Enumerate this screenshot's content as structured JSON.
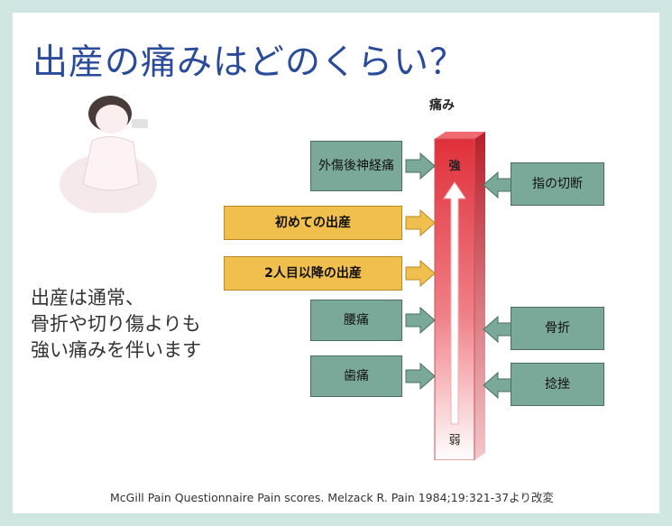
{
  "title": "出産の痛みはどのくらい？",
  "body_lines": [
    "出産は通常、",
    "骨折や切り傷よりも",
    "強い痛みを伴います"
  ],
  "axis_label": "痛み",
  "scale": {
    "top_label": "強",
    "bottom_label": "弱"
  },
  "left_items": [
    {
      "label": "外傷後神経痛",
      "style": "teal"
    },
    {
      "label": "初めての出産",
      "style": "gold"
    },
    {
      "label": "2人目以降の出産",
      "style": "gold"
    },
    {
      "label": "腰痛",
      "style": "teal"
    },
    {
      "label": "歯痛",
      "style": "teal"
    }
  ],
  "right_items": [
    {
      "label": "指の切断"
    },
    {
      "label": "骨折"
    },
    {
      "label": "捻挫"
    }
  ],
  "source": "McGill Pain Questionnaire Pain scores. Melzack R. Pain 1984;19:321-37より改変",
  "colors": {
    "teal": "#7aa899",
    "gold": "#f0bf4e",
    "bar_red": "#e0303a",
    "title_blue": "#2a4a9a"
  }
}
